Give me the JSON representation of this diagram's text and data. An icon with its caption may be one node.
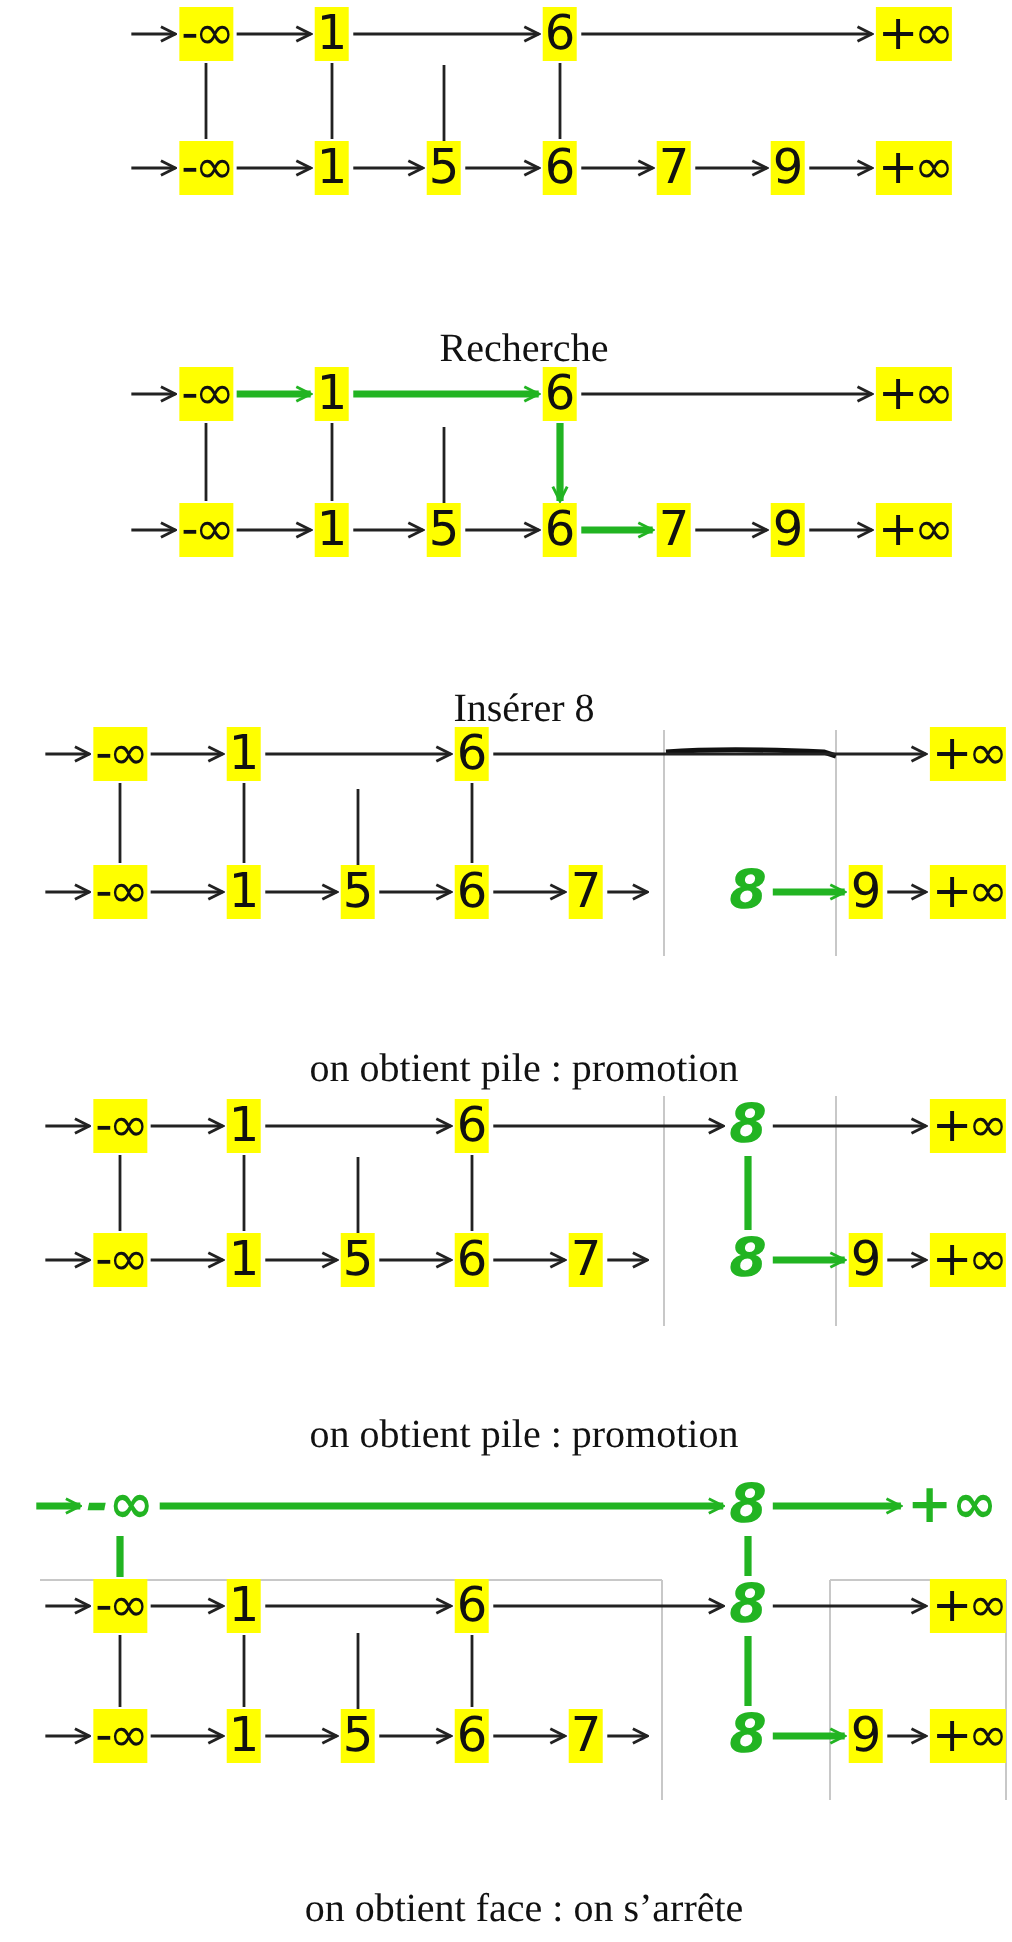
{
  "diagram": {
    "caption": "on obtient face : on s’arrête",
    "nodes": [
      {
        "text": [
          "-∞"
        ]
      },
      {
        "text": [
          "1"
        ]
      },
      {
        "text": [
          "6"
        ]
      },
      {
        "text": [
          "+∞"
        ]
      },
      {
        "text": [
          "-∞"
        ]
      },
      {
        "text": [
          "1"
        ]
      },
      {
        "text": [
          "5"
        ]
      },
      {
        "text": [
          "6"
        ]
      },
      {
        "text": [
          "7"
        ]
      },
      {
        "text": [
          "9"
        ]
      },
      {
        "text": [
          "+∞"
        ]
      },
      {
        "text": [
          "-∞"
        ]
      },
      {
        "text": [
          "1"
        ]
      },
      {
        "text": [
          "6"
        ]
      },
      {
        "text": [
          "+∞"
        ]
      },
      {
        "text": [
          "-∞"
        ]
      },
      {
        "text": [
          "1"
        ]
      },
      {
        "text": [
          "5"
        ]
      },
      {
        "text": [
          "6"
        ]
      },
      {
        "text": [
          "7"
        ]
      },
      {
        "text": [
          "9"
        ]
      },
      {
        "text": [
          "+∞"
        ]
      },
      {
        "text": [
          "-∞"
        ]
      },
      {
        "text": [
          "1"
        ]
      },
      {
        "text": [
          "6"
        ]
      },
      {
        "text": [
          "+∞"
        ]
      },
      {
        "text": [
          "-∞"
        ]
      },
      {
        "text": [
          "1"
        ]
      },
      {
        "text": [
          "5"
        ]
      },
      {
        "text": [
          "6"
        ]
      },
      {
        "text": [
          "7"
        ]
      },
      {
        "text": [
          "8"
        ]
      },
      {
        "text": [
          "9"
        ]
      },
      {
        "text": [
          "+∞"
        ]
      },
      {
        "text": [
          "-∞"
        ]
      },
      {
        "text": [
          "1"
        ]
      },
      {
        "text": [
          "6"
        ]
      },
      {
        "text": [
          "8"
        ]
      },
      {
        "text": [
          "+∞"
        ]
      },
      {
        "text": [
          "-∞"
        ]
      },
      {
        "text": [
          "1"
        ]
      },
      {
        "text": [
          "5"
        ]
      },
      {
        "text": [
          "6"
        ]
      },
      {
        "text": [
          "7"
        ]
      },
      {
        "text": [
          "8"
        ]
      },
      {
        "text": [
          "9"
        ]
      },
      {
        "text": [
          "+∞"
        ]
      },
      {
        "text": [
          "-∞"
        ]
      },
      {
        "text": [
          "8"
        ]
      },
      {
        "text": [
          "+∞"
        ]
      },
      {
        "text": [
          "-∞"
        ]
      },
      {
        "text": [
          "1"
        ]
      },
      {
        "text": [
          "6"
        ]
      },
      {
        "text": [
          "8"
        ]
      },
      {
        "text": [
          "+∞"
        ]
      },
      {
        "text": [
          "-∞"
        ]
      },
      {
        "text": [
          "1"
        ]
      },
      {
        "text": [
          "5"
        ]
      },
      {
        "text": [
          "6"
        ]
      },
      {
        "text": [
          "7"
        ]
      },
      {
        "text": [
          "8"
        ]
      },
      {
        "text": [
          "9"
        ]
      },
      {
        "text": [
          "+∞"
        ]
      }
    ],
    "edges": [
      {
        "from": null,
        "to": 0,
        "arrow": "to"
      },
      {
        "from": 0,
        "to": 1,
        "arrow": "to"
      },
      {
        "from": 1,
        "to": 2,
        "arrow": "to"
      },
      {
        "from": 2,
        "to": 3,
        "arrow": "to"
      },
      {
        "from": 0,
        "to": 4,
        "arrow": "none"
      },
      {
        "from": 1,
        "to": 5,
        "arrow": "none"
      },
      {
        "from": null,
        "to": 6,
        "arrow": "none"
      },
      {
        "from": 2,
        "to": 7,
        "arrow": "none"
      },
      {
        "from": null,
        "to": 4,
        "arrow": "to"
      },
      {
        "from": 4,
        "to": 5,
        "arrow": "to"
      },
      {
        "from": 5,
        "to": 6,
        "arrow": "to"
      },
      {
        "from": 6,
        "to": 7,
        "arrow": "to"
      },
      {
        "from": 7,
        "to": 8,
        "arrow": "to"
      },
      {
        "from": 8,
        "to": 9,
        "arrow": "to"
      },
      {
        "from": 9,
        "to": 10,
        "arrow": "to"
      },
      {
        "from": null,
        "to": 11,
        "arrow": "to"
      },
      {
        "from": 13,
        "to": 14,
        "arrow": "to"
      },
      {
        "from": 11,
        "to": 15,
        "arrow": "none"
      },
      {
        "from": 12,
        "to": 16,
        "arrow": "none"
      },
      {
        "from": null,
        "to": 17,
        "arrow": "none"
      },
      {
        "from": null,
        "to": 15,
        "arrow": "to"
      },
      {
        "from": 15,
        "to": 16,
        "arrow": "to"
      },
      {
        "from": 16,
        "to": 17,
        "arrow": "to"
      },
      {
        "from": 17,
        "to": 18,
        "arrow": "to"
      },
      {
        "from": 19,
        "to": 20,
        "arrow": "to"
      },
      {
        "from": 20,
        "to": 21,
        "arrow": "to"
      },
      {
        "from": 11,
        "to": 12,
        "arrow": "to",
        "style": "thick",
        "color": "#22b422"
      },
      {
        "from": 12,
        "to": 13,
        "arrow": "to",
        "style": "thick",
        "color": "#22b422"
      },
      {
        "from": 13,
        "to": 18,
        "arrow": "to",
        "style": "thick",
        "color": "#22b422"
      },
      {
        "from": 18,
        "to": 19,
        "arrow": "to",
        "style": "thick",
        "color": "#22b422"
      },
      {
        "from": null,
        "to": 22,
        "arrow": "to"
      },
      {
        "from": 22,
        "to": 23,
        "arrow": "to"
      },
      {
        "from": 23,
        "to": 24,
        "arrow": "to"
      },
      {
        "from": 24,
        "to": 25,
        "arrow": "to"
      },
      {
        "from": 22,
        "to": 26,
        "arrow": "none"
      },
      {
        "from": 23,
        "to": 27,
        "arrow": "none"
      },
      {
        "from": null,
        "to": 28,
        "arrow": "none"
      },
      {
        "from": 24,
        "to": 29,
        "arrow": "none"
      },
      {
        "from": null,
        "to": 26,
        "arrow": "to"
      },
      {
        "from": 26,
        "to": 27,
        "arrow": "to"
      },
      {
        "from": 27,
        "to": 28,
        "arrow": "to"
      },
      {
        "from": 28,
        "to": 29,
        "arrow": "to"
      },
      {
        "from": 29,
        "to": 30,
        "arrow": "to"
      },
      {
        "from": 30,
        "to": null,
        "arrow": "to"
      },
      {
        "from": 31,
        "to": 32,
        "arrow": "to",
        "style": "thick",
        "color": "#22b422"
      },
      {
        "from": 32,
        "to": 33,
        "arrow": "to"
      },
      {
        "from": null,
        "to": 34,
        "arrow": "to"
      },
      {
        "from": 34,
        "to": 35,
        "arrow": "to"
      },
      {
        "from": 35,
        "to": 36,
        "arrow": "to"
      },
      {
        "from": 36,
        "to": 37,
        "arrow": "to"
      },
      {
        "from": 37,
        "to": 38,
        "arrow": "to"
      },
      {
        "from": 34,
        "to": 39,
        "arrow": "none"
      },
      {
        "from": 35,
        "to": 40,
        "arrow": "none"
      },
      {
        "from": null,
        "to": 41,
        "arrow": "none"
      },
      {
        "from": 36,
        "to": 42,
        "arrow": "none"
      },
      {
        "from": 37,
        "to": 44,
        "arrow": "none",
        "style": "thick",
        "color": "#22b422"
      },
      {
        "from": null,
        "to": 39,
        "arrow": "to"
      },
      {
        "from": 39,
        "to": 40,
        "arrow": "to"
      },
      {
        "from": 40,
        "to": 41,
        "arrow": "to"
      },
      {
        "from": 41,
        "to": 42,
        "arrow": "to"
      },
      {
        "from": 42,
        "to": 43,
        "arrow": "to"
      },
      {
        "from": 43,
        "to": null,
        "arrow": "to"
      },
      {
        "from": 44,
        "to": 45,
        "arrow": "to",
        "style": "thick",
        "color": "#22b422"
      },
      {
        "from": 45,
        "to": 46,
        "arrow": "to"
      },
      {
        "from": null,
        "to": 47,
        "arrow": "to",
        "style": "thick",
        "color": "#22b422"
      },
      {
        "from": 47,
        "to": 48,
        "arrow": "to",
        "style": "thick",
        "color": "#22b422"
      },
      {
        "from": 48,
        "to": 49,
        "arrow": "to",
        "style": "thick",
        "color": "#22b422"
      },
      {
        "from": 47,
        "to": 50,
        "arrow": "none",
        "style": "thick",
        "color": "#22b422"
      },
      {
        "from": 48,
        "to": 53,
        "arrow": "none",
        "style": "thick",
        "color": "#22b422"
      },
      {
        "from": null,
        "to": 50,
        "arrow": "to"
      },
      {
        "from": 50,
        "to": 51,
        "arrow": "to"
      },
      {
        "from": 51,
        "to": 52,
        "arrow": "to"
      },
      {
        "from": 52,
        "to": 53,
        "arrow": "to"
      },
      {
        "from": 53,
        "to": 54,
        "arrow": "to"
      },
      {
        "from": 50,
        "to": 55,
        "arrow": "none"
      },
      {
        "from": 51,
        "to": 56,
        "arrow": "none"
      },
      {
        "from": null,
        "to": 57,
        "arrow": "none"
      },
      {
        "from": 52,
        "to": 58,
        "arrow": "none"
      },
      {
        "from": 53,
        "to": 60,
        "arrow": "none",
        "style": "thick",
        "color": "#22b422"
      },
      {
        "from": null,
        "to": 55,
        "arrow": "to"
      },
      {
        "from": 55,
        "to": 56,
        "arrow": "to"
      },
      {
        "from": 56,
        "to": 57,
        "arrow": "to"
      },
      {
        "from": 57,
        "to": 58,
        "arrow": "to"
      },
      {
        "from": 58,
        "to": 59,
        "arrow": "to"
      },
      {
        "from": 59,
        "to": null,
        "arrow": "to"
      },
      {
        "from": 60,
        "to": 61,
        "arrow": "to",
        "style": "thick",
        "color": "#22b422"
      },
      {
        "from": 61,
        "to": 62,
        "arrow": "to"
      }
    ],
    "labels": [
      "Recherche",
      "Insérer 8",
      "on obtient pile : promotion",
      "on obtient pile : promotion"
    ]
  }
}
